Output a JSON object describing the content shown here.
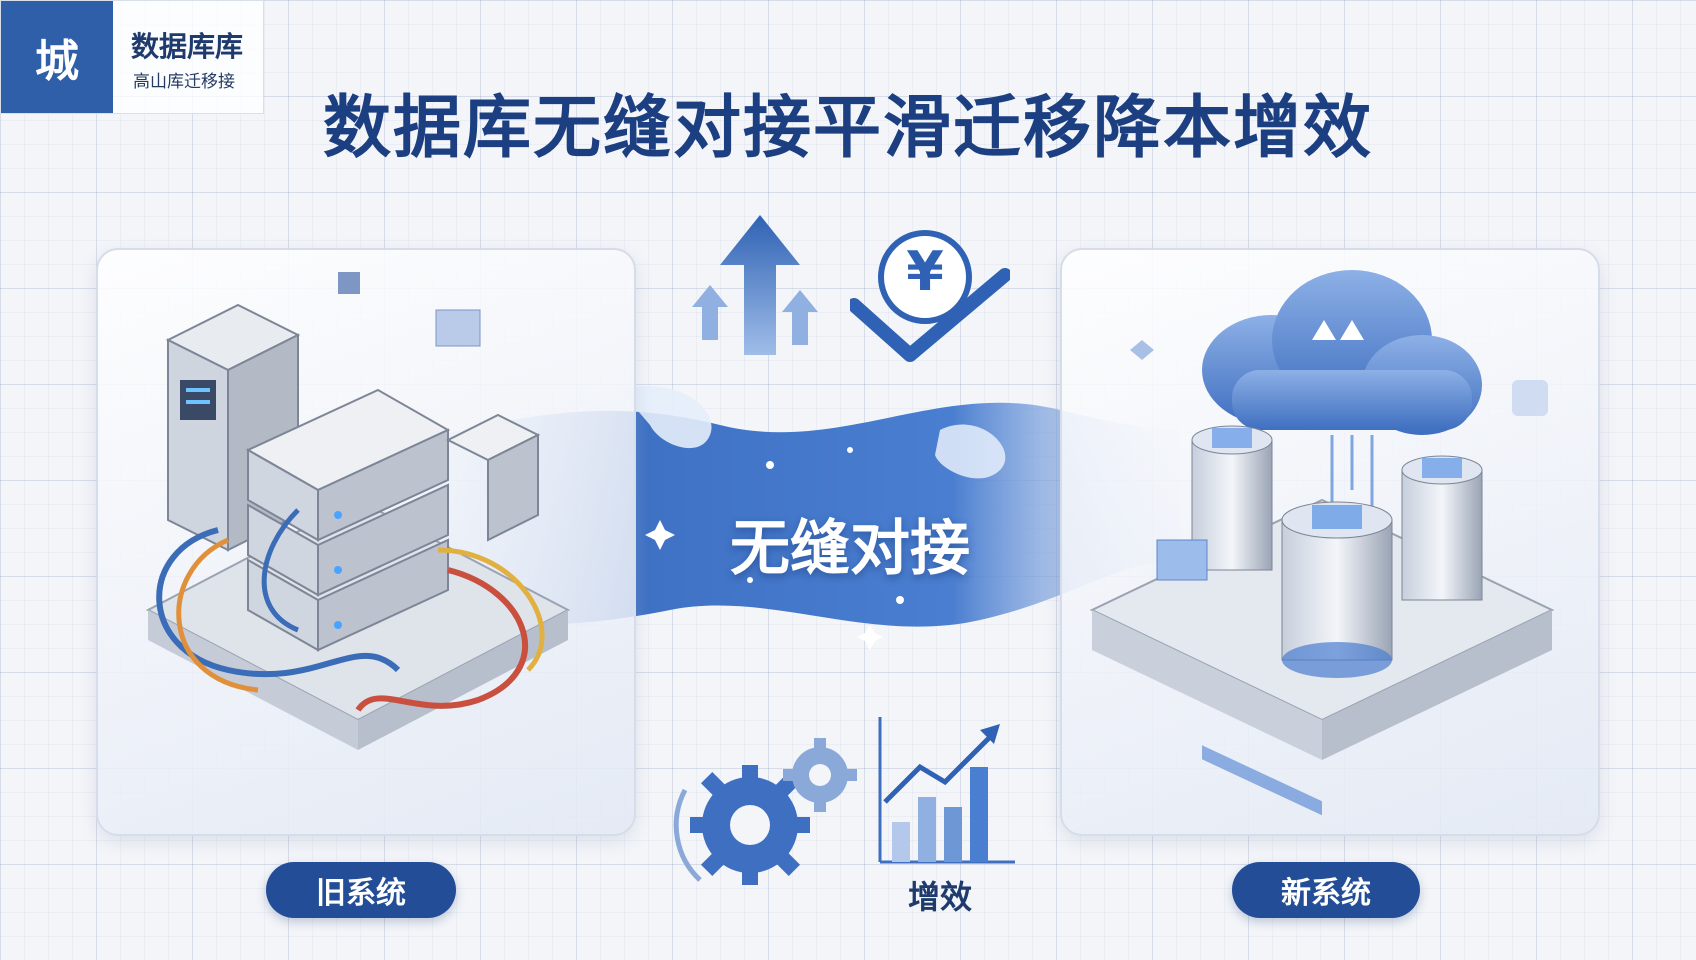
{
  "logo": {
    "mark": "城",
    "title": "数据库库",
    "subtitle": "高山库迁移接"
  },
  "headline": "数据库无缝对接平滑迁移降本增效",
  "center": {
    "connect_label": "无缝对接",
    "yuan_symbol": "¥",
    "efficiency_label": "增效"
  },
  "left_panel": {
    "label": "旧系统"
  },
  "right_panel": {
    "label": "新系统"
  },
  "colors": {
    "primary": "#234d96",
    "headline": "#1c3f82",
    "accent": "#4a7ed0"
  }
}
